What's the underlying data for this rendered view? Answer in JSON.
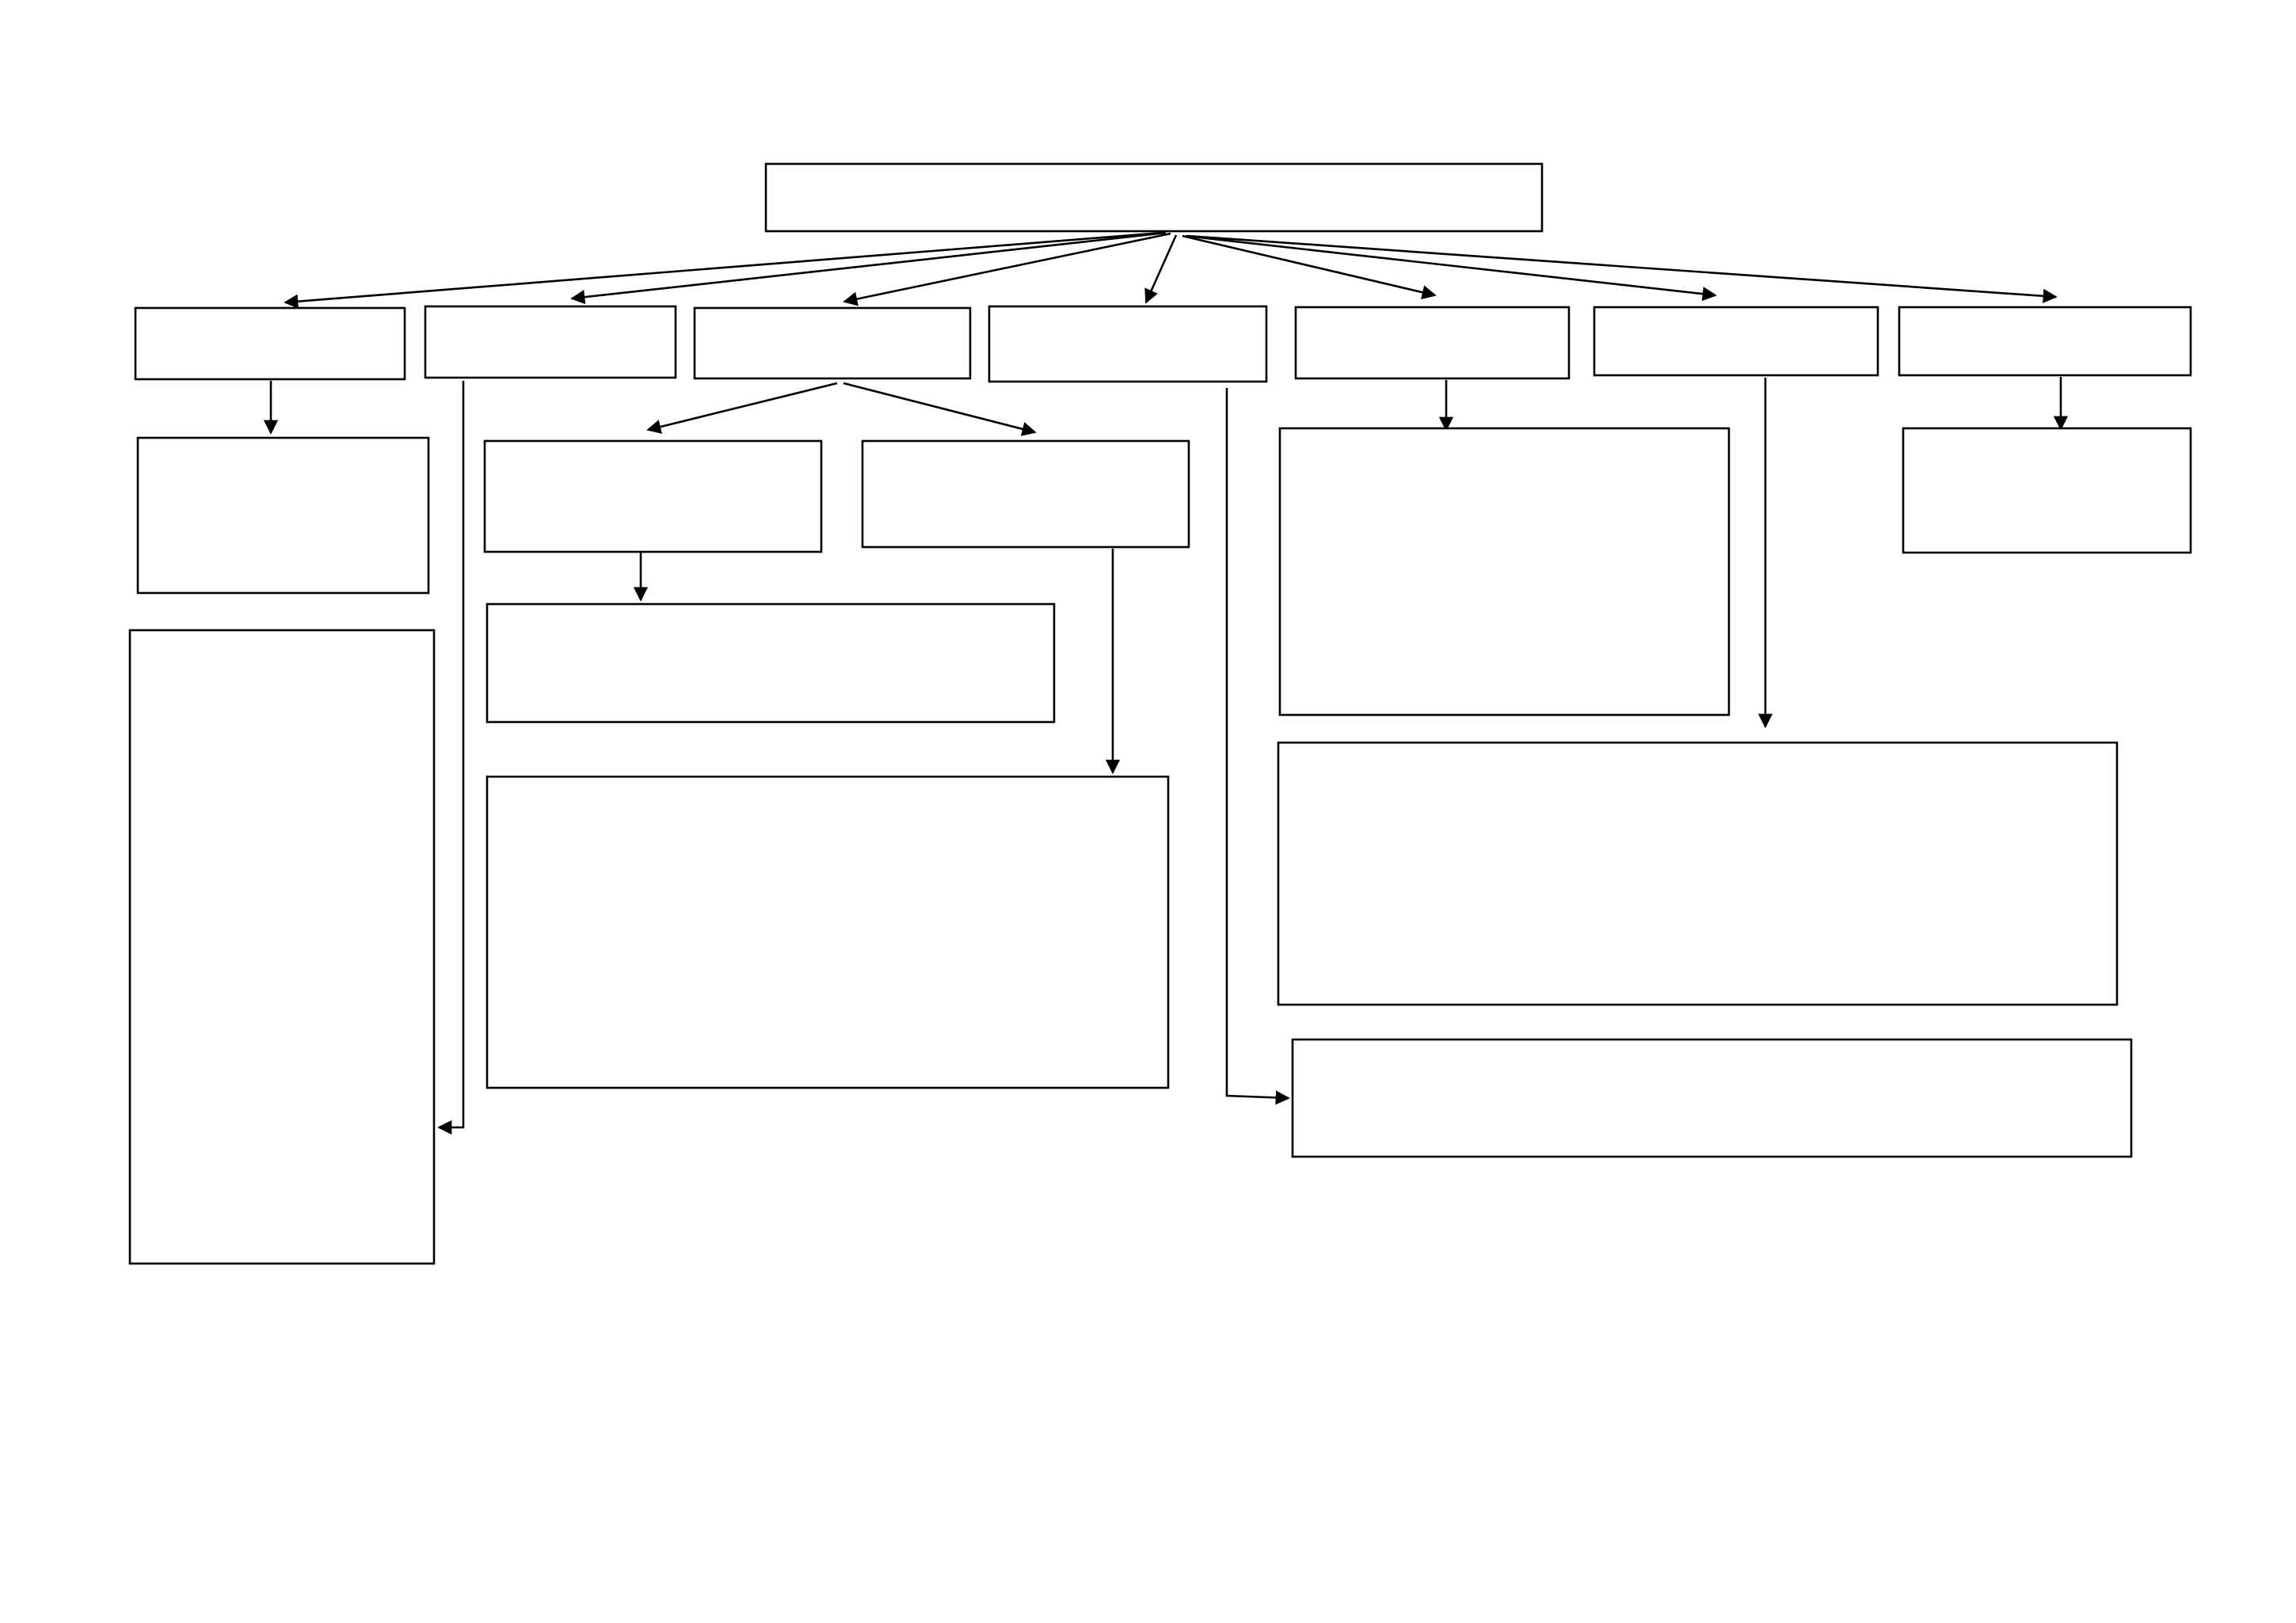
{
  "diagram": {
    "type": "hierarchy",
    "colors": {
      "background": "#ffffff",
      "stroke": "#000000"
    },
    "nodes": [
      {
        "id": "root",
        "label": ""
      },
      {
        "id": "level1-a",
        "label": ""
      },
      {
        "id": "level1-b",
        "label": ""
      },
      {
        "id": "level1-c",
        "label": ""
      },
      {
        "id": "level1-d",
        "label": ""
      },
      {
        "id": "level1-e",
        "label": ""
      },
      {
        "id": "level1-f",
        "label": ""
      },
      {
        "id": "level1-g",
        "label": ""
      },
      {
        "id": "a-child",
        "label": ""
      },
      {
        "id": "b-child",
        "label": ""
      },
      {
        "id": "c-child-left",
        "label": ""
      },
      {
        "id": "c-child-right",
        "label": ""
      },
      {
        "id": "c-left-child",
        "label": ""
      },
      {
        "id": "c-right-child",
        "label": ""
      },
      {
        "id": "d-child",
        "label": ""
      },
      {
        "id": "e-child",
        "label": ""
      },
      {
        "id": "f-child",
        "label": ""
      },
      {
        "id": "g-child",
        "label": ""
      }
    ],
    "edges": [
      {
        "from": "root",
        "to": "level1-a"
      },
      {
        "from": "root",
        "to": "level1-b"
      },
      {
        "from": "root",
        "to": "level1-c"
      },
      {
        "from": "root",
        "to": "level1-d"
      },
      {
        "from": "root",
        "to": "level1-e"
      },
      {
        "from": "root",
        "to": "level1-f"
      },
      {
        "from": "root",
        "to": "level1-g"
      },
      {
        "from": "level1-a",
        "to": "a-child"
      },
      {
        "from": "level1-b",
        "to": "b-child"
      },
      {
        "from": "level1-c",
        "to": "c-child-left"
      },
      {
        "from": "level1-c",
        "to": "c-child-right"
      },
      {
        "from": "c-child-left",
        "to": "c-left-child"
      },
      {
        "from": "c-child-right",
        "to": "c-right-child"
      },
      {
        "from": "level1-d",
        "to": "d-child"
      },
      {
        "from": "level1-e",
        "to": "e-child"
      },
      {
        "from": "level1-f",
        "to": "f-child"
      },
      {
        "from": "level1-g",
        "to": "g-child"
      }
    ]
  }
}
